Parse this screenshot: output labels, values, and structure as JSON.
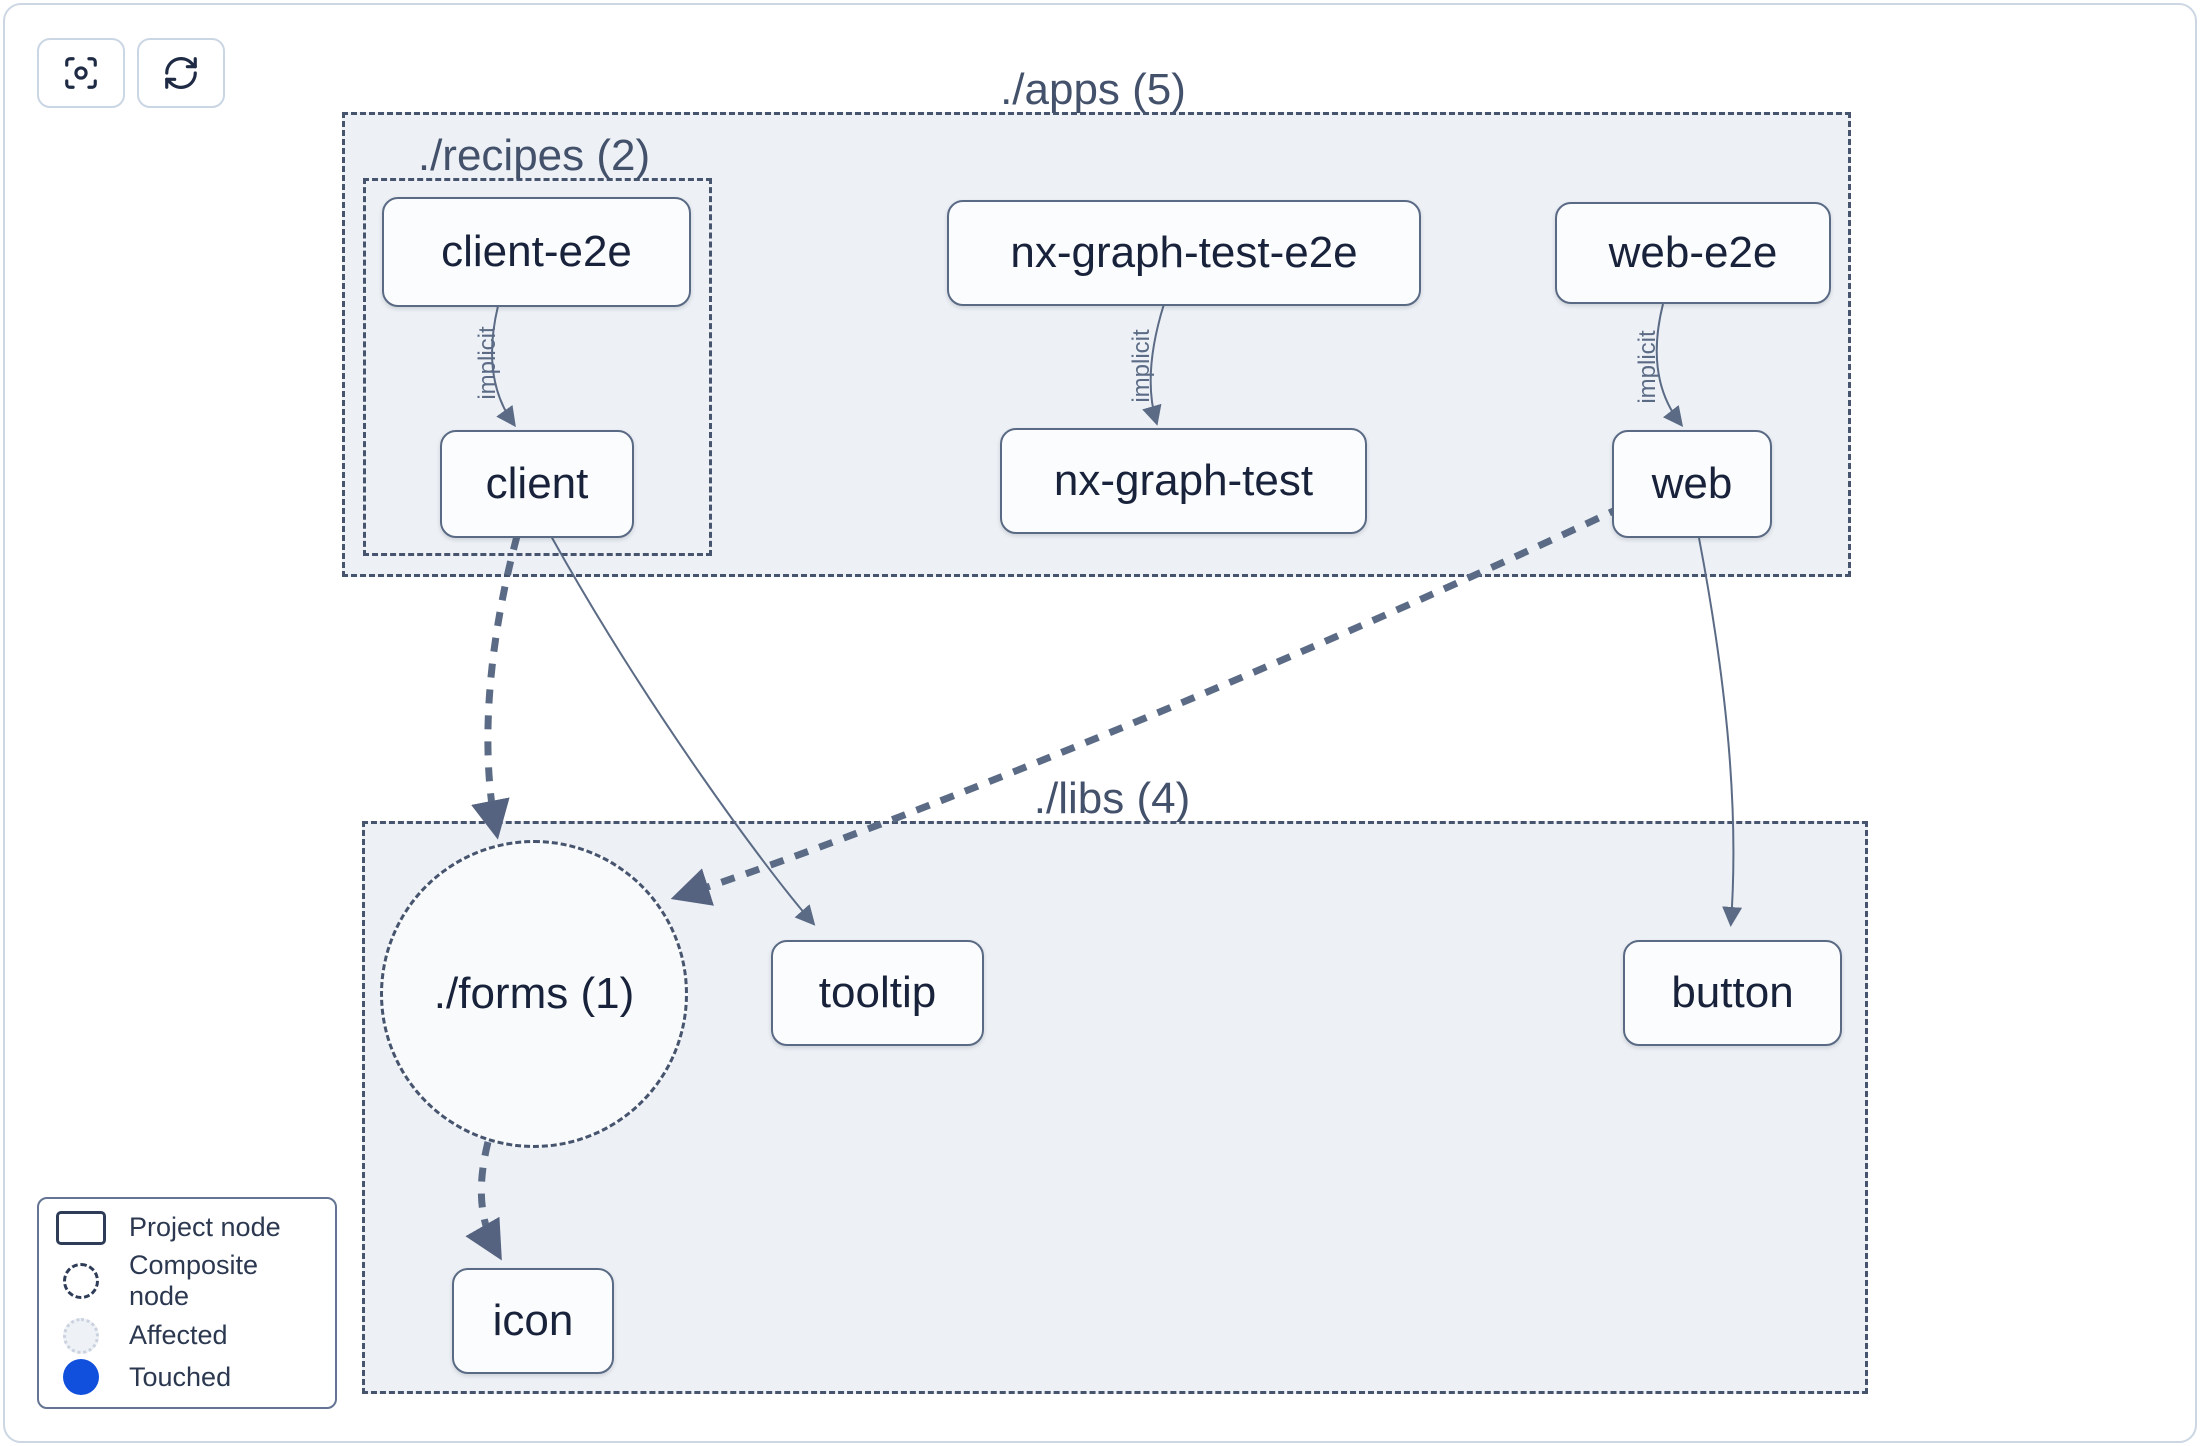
{
  "toolbar": {
    "focus_button": {
      "icon": "focus-icon"
    },
    "refresh_button": {
      "icon": "refresh-icon"
    }
  },
  "graph": {
    "containers": {
      "apps": {
        "label": "./apps (5)"
      },
      "recipes": {
        "label": "./recipes (2)"
      },
      "libs": {
        "label": "./libs (4)"
      }
    },
    "composite": {
      "forms": {
        "label": "./forms (1)"
      }
    },
    "nodes": {
      "client_e2e": {
        "label": "client-e2e"
      },
      "nx_graph_test_e2e": {
        "label": "nx-graph-test-e2e"
      },
      "web_e2e": {
        "label": "web-e2e"
      },
      "client": {
        "label": "client"
      },
      "nx_graph_test": {
        "label": "nx-graph-test"
      },
      "web": {
        "label": "web"
      },
      "tooltip": {
        "label": "tooltip"
      },
      "button": {
        "label": "button"
      },
      "icon": {
        "label": "icon"
      }
    },
    "edges": [
      {
        "source": "client-e2e",
        "target": "client",
        "label": "implicit",
        "style": "thin-arrow"
      },
      {
        "source": "nx-graph-test-e2e",
        "target": "nx-graph-test",
        "label": "implicit",
        "style": "thin-arrow"
      },
      {
        "source": "web-e2e",
        "target": "web",
        "label": "implicit",
        "style": "thin-arrow"
      },
      {
        "source": "client",
        "target": "./forms (1)",
        "label": "",
        "style": "thick-dashed-arrow"
      },
      {
        "source": "client",
        "target": "tooltip",
        "label": "",
        "style": "thin-arrow"
      },
      {
        "source": "web",
        "target": "./forms (1)",
        "label": "",
        "style": "thick-dashed-arrow"
      },
      {
        "source": "web",
        "target": "button",
        "label": "",
        "style": "thin-arrow"
      },
      {
        "source": "./forms (1)",
        "target": "icon",
        "label": "",
        "style": "thick-dashed-arrow"
      }
    ]
  },
  "legend": {
    "items": [
      {
        "label": "Project node",
        "swatch": "project-node-swatch"
      },
      {
        "label": "Composite node",
        "swatch": "composite-node-swatch"
      },
      {
        "label": "Affected",
        "swatch": "affected-swatch"
      },
      {
        "label": "Touched",
        "swatch": "touched-swatch"
      }
    ]
  },
  "colors": {
    "touched_blue": "#1150dc",
    "affected_fill": "#eef1f6",
    "affected_border": "#c9d2de",
    "container_fill": "#edf1f6",
    "container_border": "#47546e",
    "node_fill": "#fbfcfe",
    "node_border": "#5a6a84",
    "node_text": "#18223a",
    "edge_color": "#5b6b85",
    "container_label": "#44516b"
  }
}
